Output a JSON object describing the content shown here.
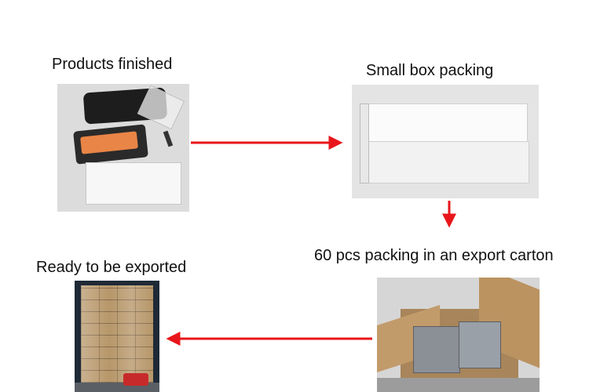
{
  "steps": [
    {
      "label": "Products finished"
    },
    {
      "label": "Small box packing"
    },
    {
      "label": "60 pcs packing in an export carton"
    },
    {
      "label": "Ready to be exported"
    }
  ],
  "colors": {
    "arrow": "#e8161b",
    "label_text": "#111111",
    "background": "#ffffff"
  }
}
